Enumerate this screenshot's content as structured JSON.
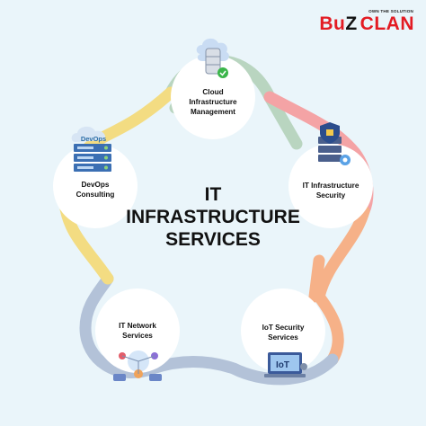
{
  "brand": {
    "tagline": "OWN THE SOLUTION",
    "name_part1": "Bu",
    "name_part2": "Z",
    "name_part3": "CLAN",
    "color_primary": "#e31b23",
    "color_secondary": "#111111"
  },
  "center_title": "IT\nINFRASTRUCTURE\nSERVICES",
  "nodes": [
    {
      "label": "Cloud\nInfrastructure\nManagement",
      "icon": "cloud-database-icon"
    },
    {
      "label": "IT Infrastructure\nSecurity",
      "icon": "server-shield-icon"
    },
    {
      "label": "IoT Security\nServices",
      "icon": "iot-laptop-icon"
    },
    {
      "label": "IT Network\nServices",
      "icon": "network-people-icon"
    },
    {
      "label": "DevOps\nConsulting",
      "icon": "devops-server-icon"
    }
  ],
  "devops_icon_text": "DevOps",
  "ring_colors": {
    "top_left": "#b9d5c0",
    "top_right": "#f4a3a5",
    "right": "#f6b188",
    "bottom": "#b3c2d8",
    "left": "#f3dc82"
  },
  "background": "#eaf5fa"
}
